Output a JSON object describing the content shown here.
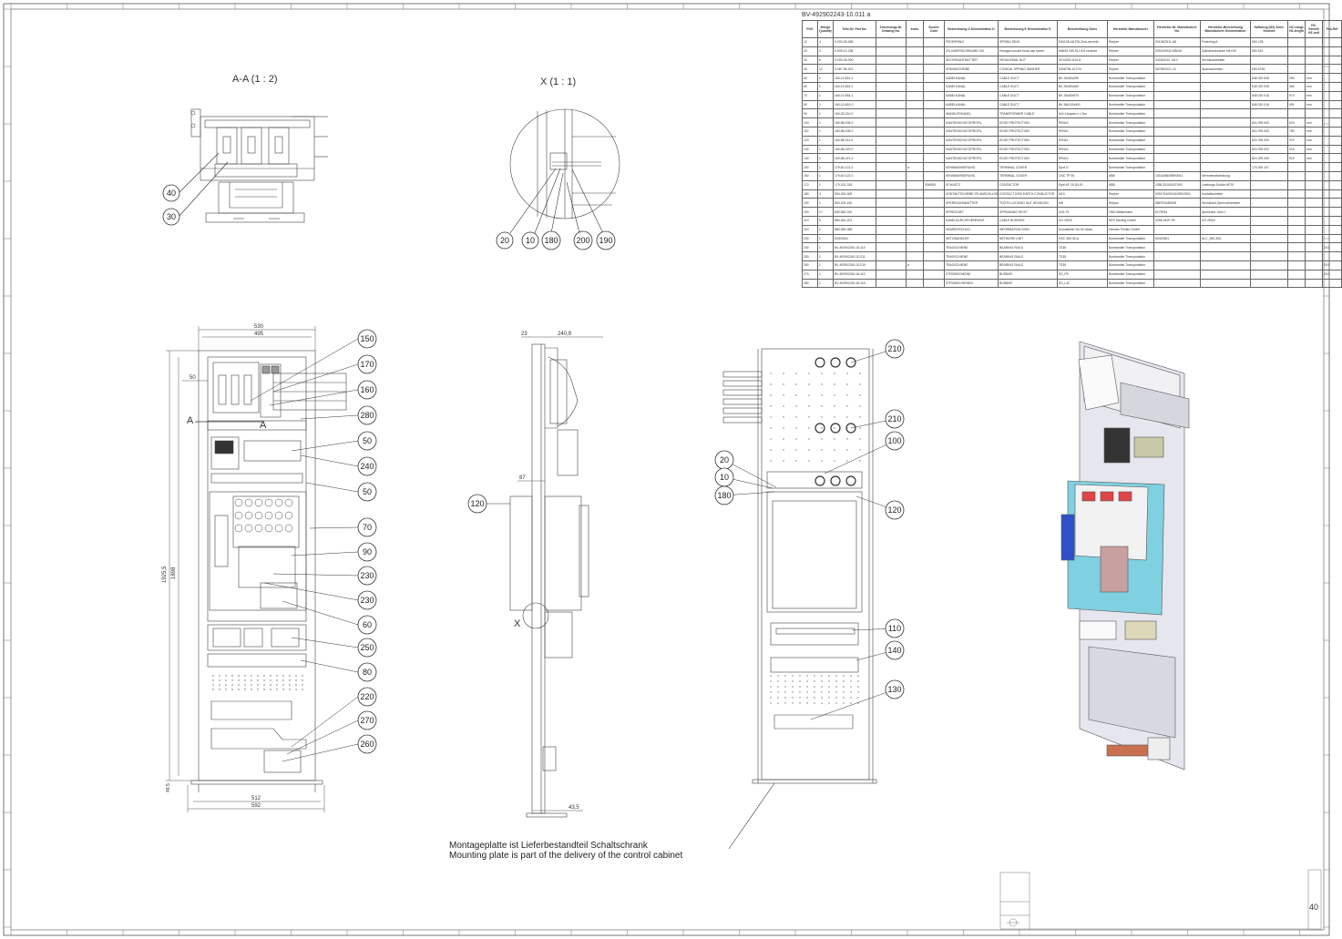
{
  "drawing": {
    "doc_number": "BV-492902243-10.011 a",
    "view_section_title": "A-A (1 : 2)",
    "view_detail_title": "X (1 : 1)",
    "section_marker": "A",
    "detail_marker": "X",
    "note_de": "Montageplatte ist Lieferbestandteil Schaltschrank",
    "note_en": "Mounting plate is part of the delivery of the control cabinet",
    "sheet_number": "40"
  },
  "balloons": {
    "section": [
      "40",
      "30"
    ],
    "detail": [
      "20",
      "10",
      "180",
      "200",
      "190"
    ],
    "front": [
      "150",
      "170",
      "160",
      "280",
      "50",
      "240",
      "50",
      "70",
      "90",
      "230",
      "230",
      "60",
      "250",
      "80",
      "220",
      "270",
      "260"
    ],
    "side": [
      "120"
    ],
    "rear": [
      "210",
      "210",
      "100",
      "20",
      "10",
      "180",
      "120",
      "110",
      "140",
      "130"
    ]
  },
  "dimensions": {
    "front_width_outer": "530",
    "front_width_inner": "495",
    "front_offset": "50",
    "front_height_total": "1925,5",
    "front_height_inner": "1898",
    "front_base": "49,5",
    "front_bottom_inner": "512",
    "front_bottom_outer": "592",
    "side_top_a": "23",
    "side_top_b": "240,9",
    "side_mid": "87",
    "side_bottom": "43,5"
  },
  "bom": {
    "headers": [
      "POS",
      "Menge Quantity",
      "Teile-Nr. Part No.",
      "Zeichnungs-Nr. Drawing No.",
      "Index",
      "Source Code",
      "Bezeichnung D Denomination D",
      "Bezeichnung E Denomination E",
      "Beschreibung Sizes",
      "Hersteller Manufacturer",
      "Hersteller-Nr. Manufacturer No.",
      "Hersteller-Bezeichnung Manufacturer Denomination",
      "Halbzeug (HZ) Semi-finished",
      "HZ-Länge HZ-length",
      "HZ-Einheit HZ-unit",
      "Pos-Ref"
    ],
    "rows": [
      [
        "10",
        "4",
        "9-000-00-065",
        "",
        "-",
        "",
        "FEDERRING",
        "SPRING RING",
        "DIN128-A8-FSt-Zink-verzinkt",
        "Reyher",
        "00128/2511-A8",
        "Federring A",
        "DIN 128",
        "",
        "",
        ""
      ],
      [
        "20",
        "4",
        "9-009-12-236",
        "",
        "-",
        "",
        "ZYLINDERSCHRAUBE ISK",
        "Hexagon socket head cap screw",
        "M8x30 DIN 912 8.8 verzinkt",
        "Reyher",
        "00912/0032-M8x30",
        "Zylinderschraube mit ISK",
        "DIN 912",
        "",
        "",
        ""
      ],
      [
        "30",
        "6",
        "9-009-26-000",
        "",
        "-",
        "",
        "SECHSKANTMUTTER",
        "HEXAGONAL NUT",
        "ISO4032-M10-8",
        "Reyher",
        "04032/012- M10",
        "Sechskantmutter",
        "",
        "",
        "",
        ""
      ],
      [
        "40",
        "12",
        "9-067-96-001",
        "",
        "-",
        "",
        "SPANNSCHEIBE",
        "CONICAL SPRING WASHER",
        "DIN6796-10-FSt",
        "Reyher",
        "06796/0021-10",
        "Spannscheiben",
        "DIN 6796",
        "",
        "",
        ""
      ],
      [
        "50",
        "2",
        "160-10-651-1",
        "",
        "-",
        "",
        "KABELKANAL",
        "CABLE DUCT",
        "BK 25x80x290",
        "Bombardier Transportation",
        "-",
        "",
        "848 020 008",
        "290",
        "mm",
        ""
      ],
      [
        "60",
        "1",
        "160-10-652-1",
        "",
        "-",
        "",
        "KABELKANAL",
        "CABLE DUCT",
        "BK 25x80x460",
        "Bombardier Transportation",
        "-",
        "",
        "848 020 008",
        "460",
        "mm",
        ""
      ],
      [
        "70",
        "1",
        "160-10-654-1",
        "",
        "-",
        "",
        "KABELKANAL",
        "CABLE DUCT",
        "BK 25x80x970",
        "Bombardier Transportation",
        "-",
        "",
        "848 020 016",
        "970",
        "mm",
        ""
      ],
      [
        "80",
        "1",
        "160-10-651-0",
        "",
        "-",
        "",
        "KABELKANAL",
        "CABLE DUCT",
        "BK 38x100x491",
        "Bombardier Transportation",
        "-",
        "",
        "848 020 016",
        "491",
        "mm",
        ""
      ],
      [
        "90",
        "1",
        "160-30-210-0",
        "",
        "-",
        "",
        "WANDLERKABEL",
        "TRANSFORMER CABLE",
        "6x0,14sqmm x 1,5m",
        "Bombardier Transportation",
        "-",
        "",
        "-",
        "",
        "",
        ""
      ],
      [
        "100",
        "1",
        "160-88-008-0",
        "",
        "-",
        "",
        "KANTENSCHUTZPROFIL",
        "EDGE PROTECTION",
        "RR4x3",
        "Bombardier Transportation",
        "-",
        "",
        "824 295 000",
        "623",
        "mm",
        ""
      ],
      [
        "110",
        "1",
        "160-88-009-0",
        "",
        "-",
        "",
        "KANTENSCHUTZPROFIL",
        "EDGE PROTECTION",
        "RR4x3",
        "Bombardier Transportation",
        "-",
        "",
        "824 295 000",
        "789",
        "mm",
        ""
      ],
      [
        "120",
        "1",
        "160-88-011-0",
        "",
        "-",
        "",
        "KANTENSCHUTZPROFIL",
        "EDGE PROTECTION",
        "RR4x3",
        "Bombardier Transportation",
        "-",
        "",
        "824 295 000",
        "370",
        "mm",
        ""
      ],
      [
        "130",
        "1",
        "160-88-020-0",
        "",
        "-",
        "",
        "KANTENSCHUTZPROFIL",
        "EDGE PROTECTION",
        "RR4x3",
        "Bombardier Transportation",
        "-",
        "",
        "824 295 000",
        "215",
        "mm",
        ""
      ],
      [
        "140",
        "1",
        "160-88-021-0",
        "",
        "-",
        "",
        "KANTENSCHUTZPROFIL",
        "EDGE PROTECTION",
        "RR4x3",
        "Bombardier Transportation",
        "-",
        "",
        "824 295 000",
        "919",
        "mm",
        ""
      ],
      [
        "150",
        "1",
        "179-60-121-0",
        "",
        "a",
        "",
        "KENNMARKIERUNG",
        "TERMINAL COVER",
        "Spot O",
        "Bombardier Transportation",
        "-",
        "",
        "178 300 107",
        "",
        "",
        ""
      ],
      [
        "160",
        "1",
        "179-60-122-0",
        "",
        "-",
        "",
        "KENNMARKIERUNG",
        "TERMINAL COVER",
        "CNC TP 50",
        "ABB",
        "1SDA066198R0001",
        "Klemmenabdeckung",
        "-",
        "",
        "",
        ""
      ],
      [
        "170",
        "1",
        "170-201-318",
        "",
        "-",
        "SWI005",
        "SCHUETZ",
        "CONTACTOR",
        "Epal AF 29-30-00",
        "ABB",
        "1SBL251001R7000",
        "Leistungs-Schütz AF29",
        "-",
        "",
        "-",
        ""
      ],
      [
        "180",
        "4",
        "800-200-005",
        "",
        "-",
        "",
        "KONTAKTSCHEIBE PE-ANSCHLUSS",
        "CONTACT DISK EARTH CONDUCTOR",
        "M10",
        "Reyher",
        "0091794/001040/50/2504",
        "Kontaktscheibe",
        "-",
        "",
        "",
        ""
      ],
      [
        "190",
        "1",
        "800-202-150",
        "",
        "-",
        "",
        "SPERRZAHNMUTTER",
        "TOOTH LOCKING NUT HEXAGON",
        "M8",
        "Reyher",
        "6BRS/0480008",
        "Sechskant-Sperrzahnmutter",
        "-",
        "",
        "",
        ""
      ],
      [
        "200",
        "17",
        "830-560-020",
        "",
        "-",
        "",
        "SPREIZNIET",
        "SPREADING RIVET",
        "Dn3-79",
        "OBO Bettermann",
        "6179034",
        "Spreizniet, Kbm 1",
        "-",
        "",
        "",
        ""
      ],
      [
        "210",
        "9",
        "880-461-201",
        "",
        "-",
        "",
        "KABELDURCHFUEHRUNG",
        "CABLE BUSHING",
        "DG 29/18",
        "SES Sterling GmbH",
        "0258-042P-09",
        "DG 29/18",
        "-",
        "",
        "",
        ""
      ],
      [
        "220",
        "2",
        "880-980-085",
        "",
        "-",
        "",
        "HINWEISSCHILD",
        "INFORMATION SIGN",
        "Schutzleiter Dn 5x nesta",
        "Hermes Printec GmbH",
        "-",
        "",
        "-",
        "",
        "",
        ""
      ],
      [
        "230",
        "1",
        "60303361",
        "",
        "-",
        "",
        "NETZWANDLER",
        "NETWORK UNIT",
        "HSC 350-30-A",
        "Bombardier Transportation",
        "60323361",
        "ALC_350-30A",
        "-",
        "",
        "",
        ""
      ],
      [
        "240",
        "1",
        "BV-492902240-20.110",
        "",
        "-",
        "",
        "TRAGSCHIENE",
        "BEARING RAILS",
        "TS35",
        "Bombardier Transportation",
        "-",
        "",
        "-",
        "",
        "",
        "2/10"
      ],
      [
        "250",
        "1",
        "BV-492902240-20.211",
        "",
        "-",
        "",
        "TRAGSCHIENE",
        "BEARING RAILS",
        "TS35",
        "Bombardier Transportation",
        "-",
        "",
        "-",
        "",
        "",
        ""
      ],
      [
        "260",
        "1",
        "BV-492902240-20.219",
        "",
        "a",
        "",
        "TRAGSCHIENE",
        "BEARING RAILS",
        "TS35",
        "Bombardier Transportation",
        "-",
        "",
        "-",
        "",
        "",
        "2/10"
      ],
      [
        "270",
        "1",
        "BV-492902240-46.110",
        "",
        "-",
        "",
        "STROMSCHIENE",
        "BUSBAR",
        "SS_PE",
        "Bombardier Transportation",
        "-",
        "",
        "-",
        "",
        "",
        "2/10"
      ],
      [
        "280",
        "1",
        "BV-492902240-45.116",
        "",
        "-",
        "",
        "STROMSCHIENEN",
        "BUSBAR",
        "SS_L4C",
        "Bombardier Transportation",
        "-",
        "",
        "-",
        "",
        "",
        ""
      ]
    ]
  }
}
